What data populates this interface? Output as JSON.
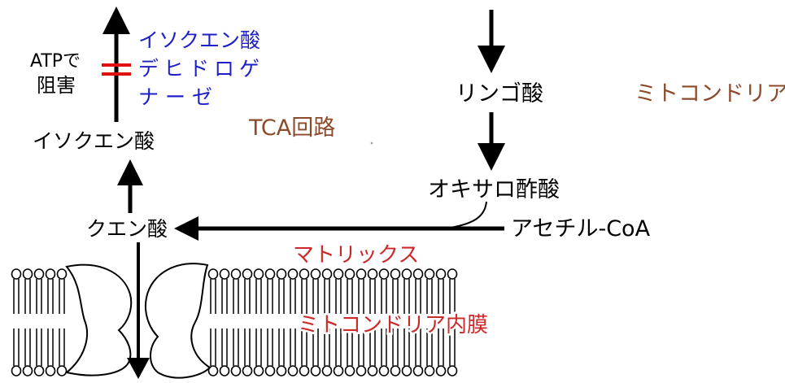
{
  "labels": {
    "atp_inhibition_line1": "ATPで",
    "atp_inhibition_line2": "阻害",
    "enzyme_line1": "イソクエン酸",
    "enzyme_line2": "デヒドロゲ",
    "enzyme_line3": "ナーゼ",
    "isocitrate": "イソクエン酸",
    "tca_cycle": "TCA回路",
    "malate": "リンゴ酸",
    "mitochondria": "ミトコンドリア",
    "oxaloacetate": "オキサロ酢酸",
    "citrate": "クエン酸",
    "acetyl_coa": "アセチル-CoA",
    "matrix": "マトリックス",
    "inner_membrane": "ミトコンドリア内膜"
  },
  "colors": {
    "black": "#000000",
    "enzyme_blue": "#1f1fc8",
    "brown": "#8b4a2a",
    "red": "#cc2a2a",
    "inhibit_red": "#e01010"
  }
}
